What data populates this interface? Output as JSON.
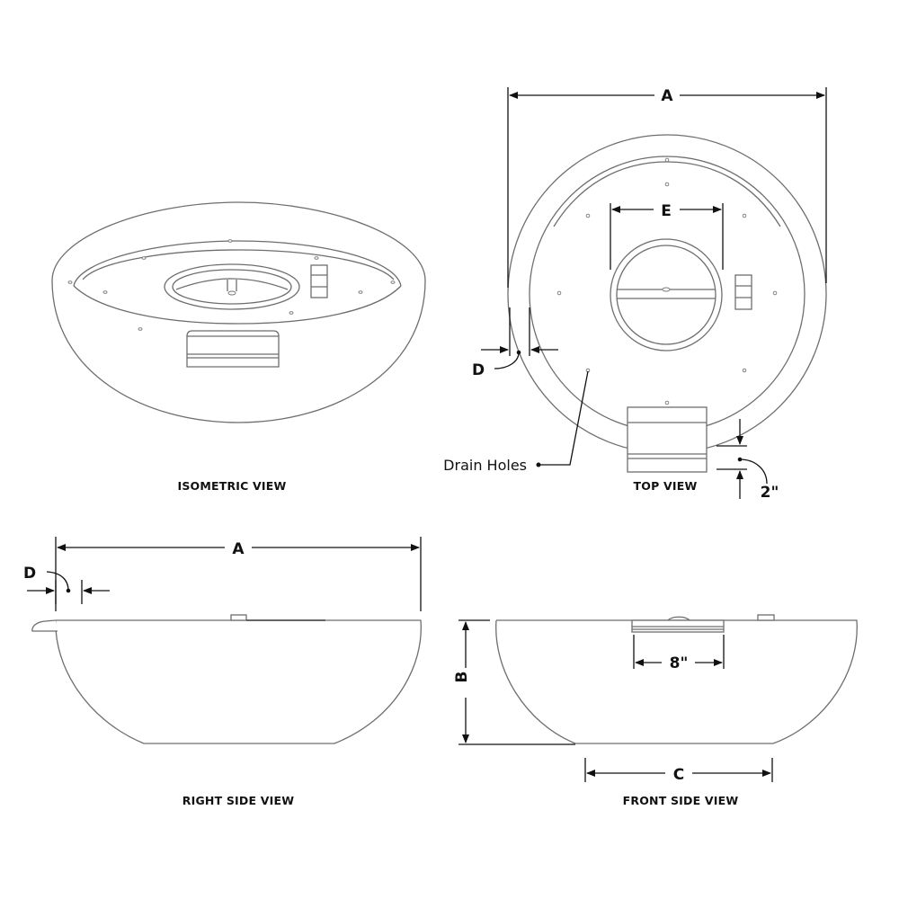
{
  "views": {
    "isometric": "ISOMETRIC VIEW",
    "top": "TOP VIEW",
    "right_side": "RIGHT SIDE VIEW",
    "front_side": "FRONT SIDE VIEW"
  },
  "dimensions": {
    "a_top": "A",
    "e_top": "E",
    "d_top": "D",
    "two_inch": "2\"",
    "a_side": "A",
    "d_side": "D",
    "b_front": "B",
    "eight_inch": "8\"",
    "c_front": "C"
  },
  "annotations": {
    "drain_holes": "Drain Holes"
  }
}
